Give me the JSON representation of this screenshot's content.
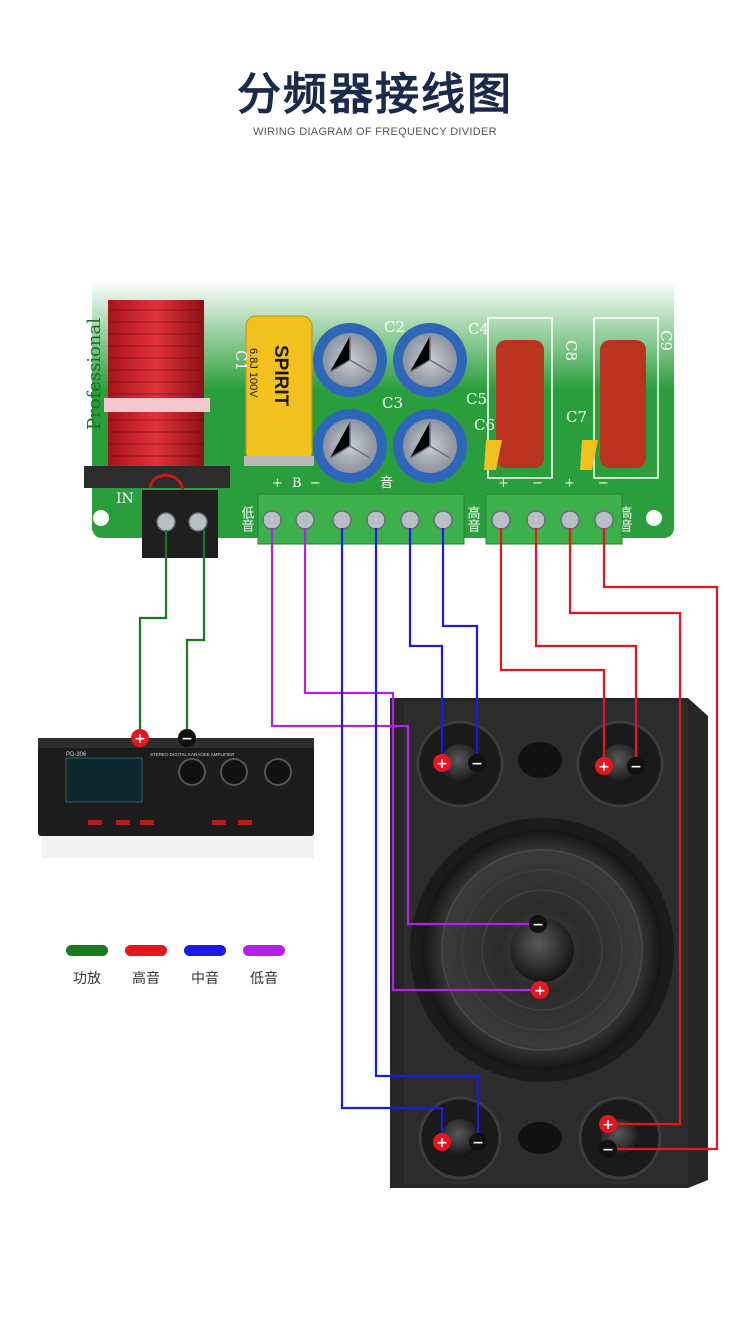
{
  "header": {
    "title": "分频器接线图",
    "subtitle": "WIRING DIAGRAM OF FREQUENCY DIVIDER"
  },
  "board": {
    "brand_vertical": "Professional",
    "cap_brand": "SPIRIT",
    "cap_rating": "6.8J 100V",
    "input_label": "IN",
    "component_labels": [
      "C1",
      "C2",
      "C3",
      "C4",
      "C5",
      "C6",
      "C7",
      "C8",
      "C9"
    ],
    "terminal_marks": [
      "+",
      "B",
      "−",
      "音",
      "+",
      "−",
      "+",
      "−"
    ],
    "section_low": "低音",
    "section_high_a": "高音",
    "section_high_b": "高音"
  },
  "amplifier": {
    "model": "PD-306",
    "subtitle": "STEREO DIGITAL KARAOKE AMPLIFIER"
  },
  "legend": [
    {
      "label": "功放",
      "color": "#1a7a1a"
    },
    {
      "label": "高音",
      "color": "#e8141e"
    },
    {
      "label": "中音",
      "color": "#1a1ae6"
    },
    {
      "label": "低音",
      "color": "#b520e8"
    }
  ],
  "polarity": {
    "positive": "+",
    "negative": "−"
  },
  "colors": {
    "board": "#2a9e3c",
    "terminal": "#3cb04a",
    "title": "#1b2a4a",
    "amp_wire": "#1a7a1a",
    "tweeter_wire": "#e8141e",
    "mid_wire": "#1a1ae6",
    "bass_wire": "#b520e8"
  }
}
